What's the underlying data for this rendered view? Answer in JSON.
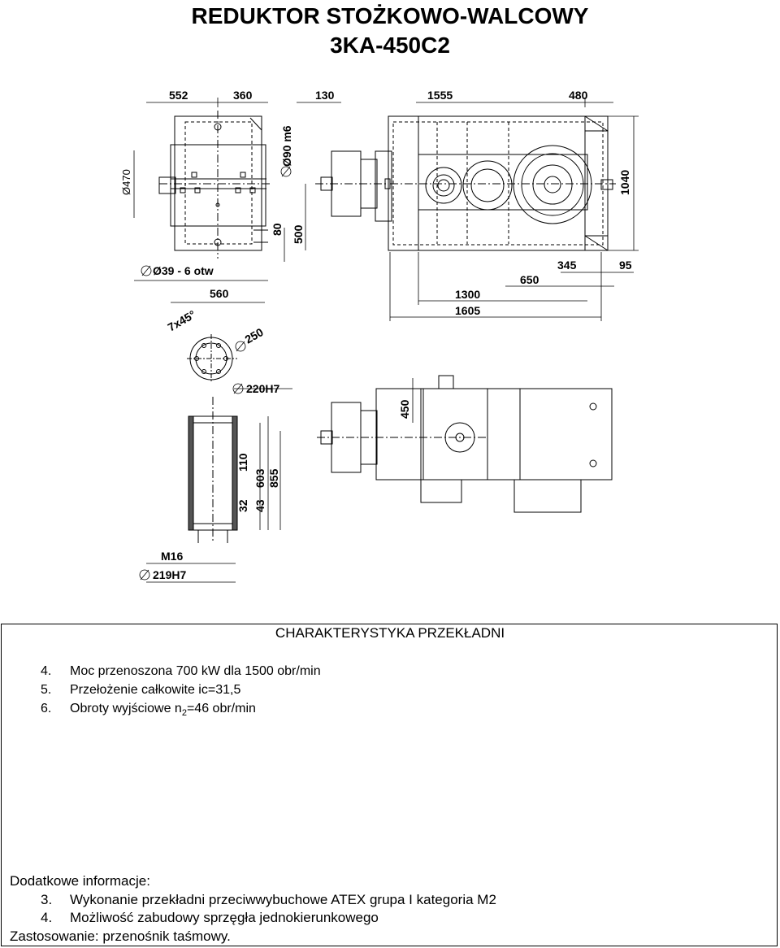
{
  "title": {
    "line1": "REDUKTOR STOŻKOWO-WALCOWY",
    "line2": "3KA-450C2"
  },
  "drawing": {
    "dims_top": [
      "552",
      "360",
      "130",
      "1555",
      "480"
    ],
    "dim_shaft_d": "Ø90 m6",
    "dim_d470": "Ø470",
    "dim_1040": "1040",
    "dim_80": "80",
    "dim_500": "500",
    "dim_holes": "Ø39 - 6 otw",
    "dim_560": "560",
    "dim_650": "650",
    "dim_345": "345",
    "dim_95": "95",
    "dim_1300": "1300",
    "dim_1605": "1605",
    "dim_chamfer": "7x45°",
    "dim_250": "250",
    "dim_220h7": "220H7",
    "dim_450": "450",
    "dim_110": "110",
    "dim_603": "603",
    "dim_855": "855",
    "dim_32": "32",
    "dim_43": "43",
    "dim_m16": "M16",
    "dim_219h7": "219H7"
  },
  "characteristics": {
    "heading": "CHARAKTERYSTYKA  PRZEKŁADNI",
    "items": [
      {
        "num": "4.",
        "text": "Moc przenoszona  700 kW dla 1500 obr/min"
      },
      {
        "num": "5.",
        "text": "Przełożenie całkowite ic=31,5"
      },
      {
        "num": "6.",
        "text": "Obroty wyjściowe n",
        "sub": "2",
        "text_after": "=46 obr/min"
      }
    ]
  },
  "additional": {
    "label": "Dodatkowe informacje:",
    "items": [
      {
        "num": "3.",
        "text": "Wykonanie przekładni przeciwwybuchowe ATEX grupa I kategoria M2"
      },
      {
        "num": "4.",
        "text": "Możliwość zabudowy sprzęgła jednokierunkowego"
      }
    ],
    "application": "Zastosowanie: przenośnik taśmowy."
  },
  "colors": {
    "ink": "#000000",
    "hatch": "#555555",
    "background": "#ffffff"
  }
}
